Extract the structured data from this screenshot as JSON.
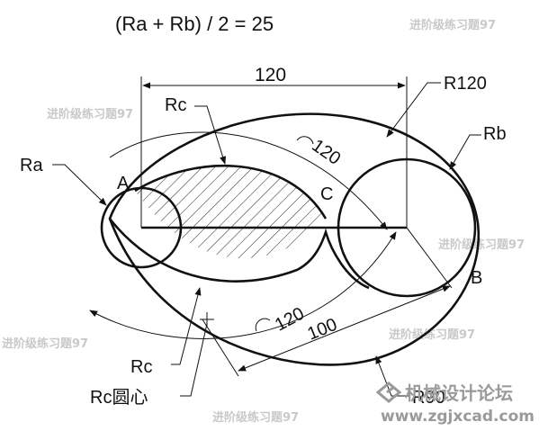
{
  "title": "(Ra + Rb) / 2 = 25",
  "labels": {
    "dim_120_top": "120",
    "r120": "R120",
    "rc_top": "Rc",
    "rb": "Rb",
    "ra": "Ra",
    "point_a": "A",
    "point_c": "C",
    "point_b": "B",
    "angle_120_top": "120",
    "angle_120_bottom": "120",
    "dim_100": "100",
    "rc_bottom": "Rc",
    "rc_center": "Rc圆心",
    "r90": "R90"
  },
  "watermarks": [
    "进阶级练习题97",
    "进阶级练习题97",
    "进阶级练习题97",
    "进阶级练习题97",
    "进阶级练习题97"
  ],
  "footer": {
    "brand": "机械设计论坛",
    "url": "www.zgjxcad.com"
  },
  "colors": {
    "stroke": "#111111",
    "hatch": "#222222",
    "watermark": "#c9c9c9"
  }
}
